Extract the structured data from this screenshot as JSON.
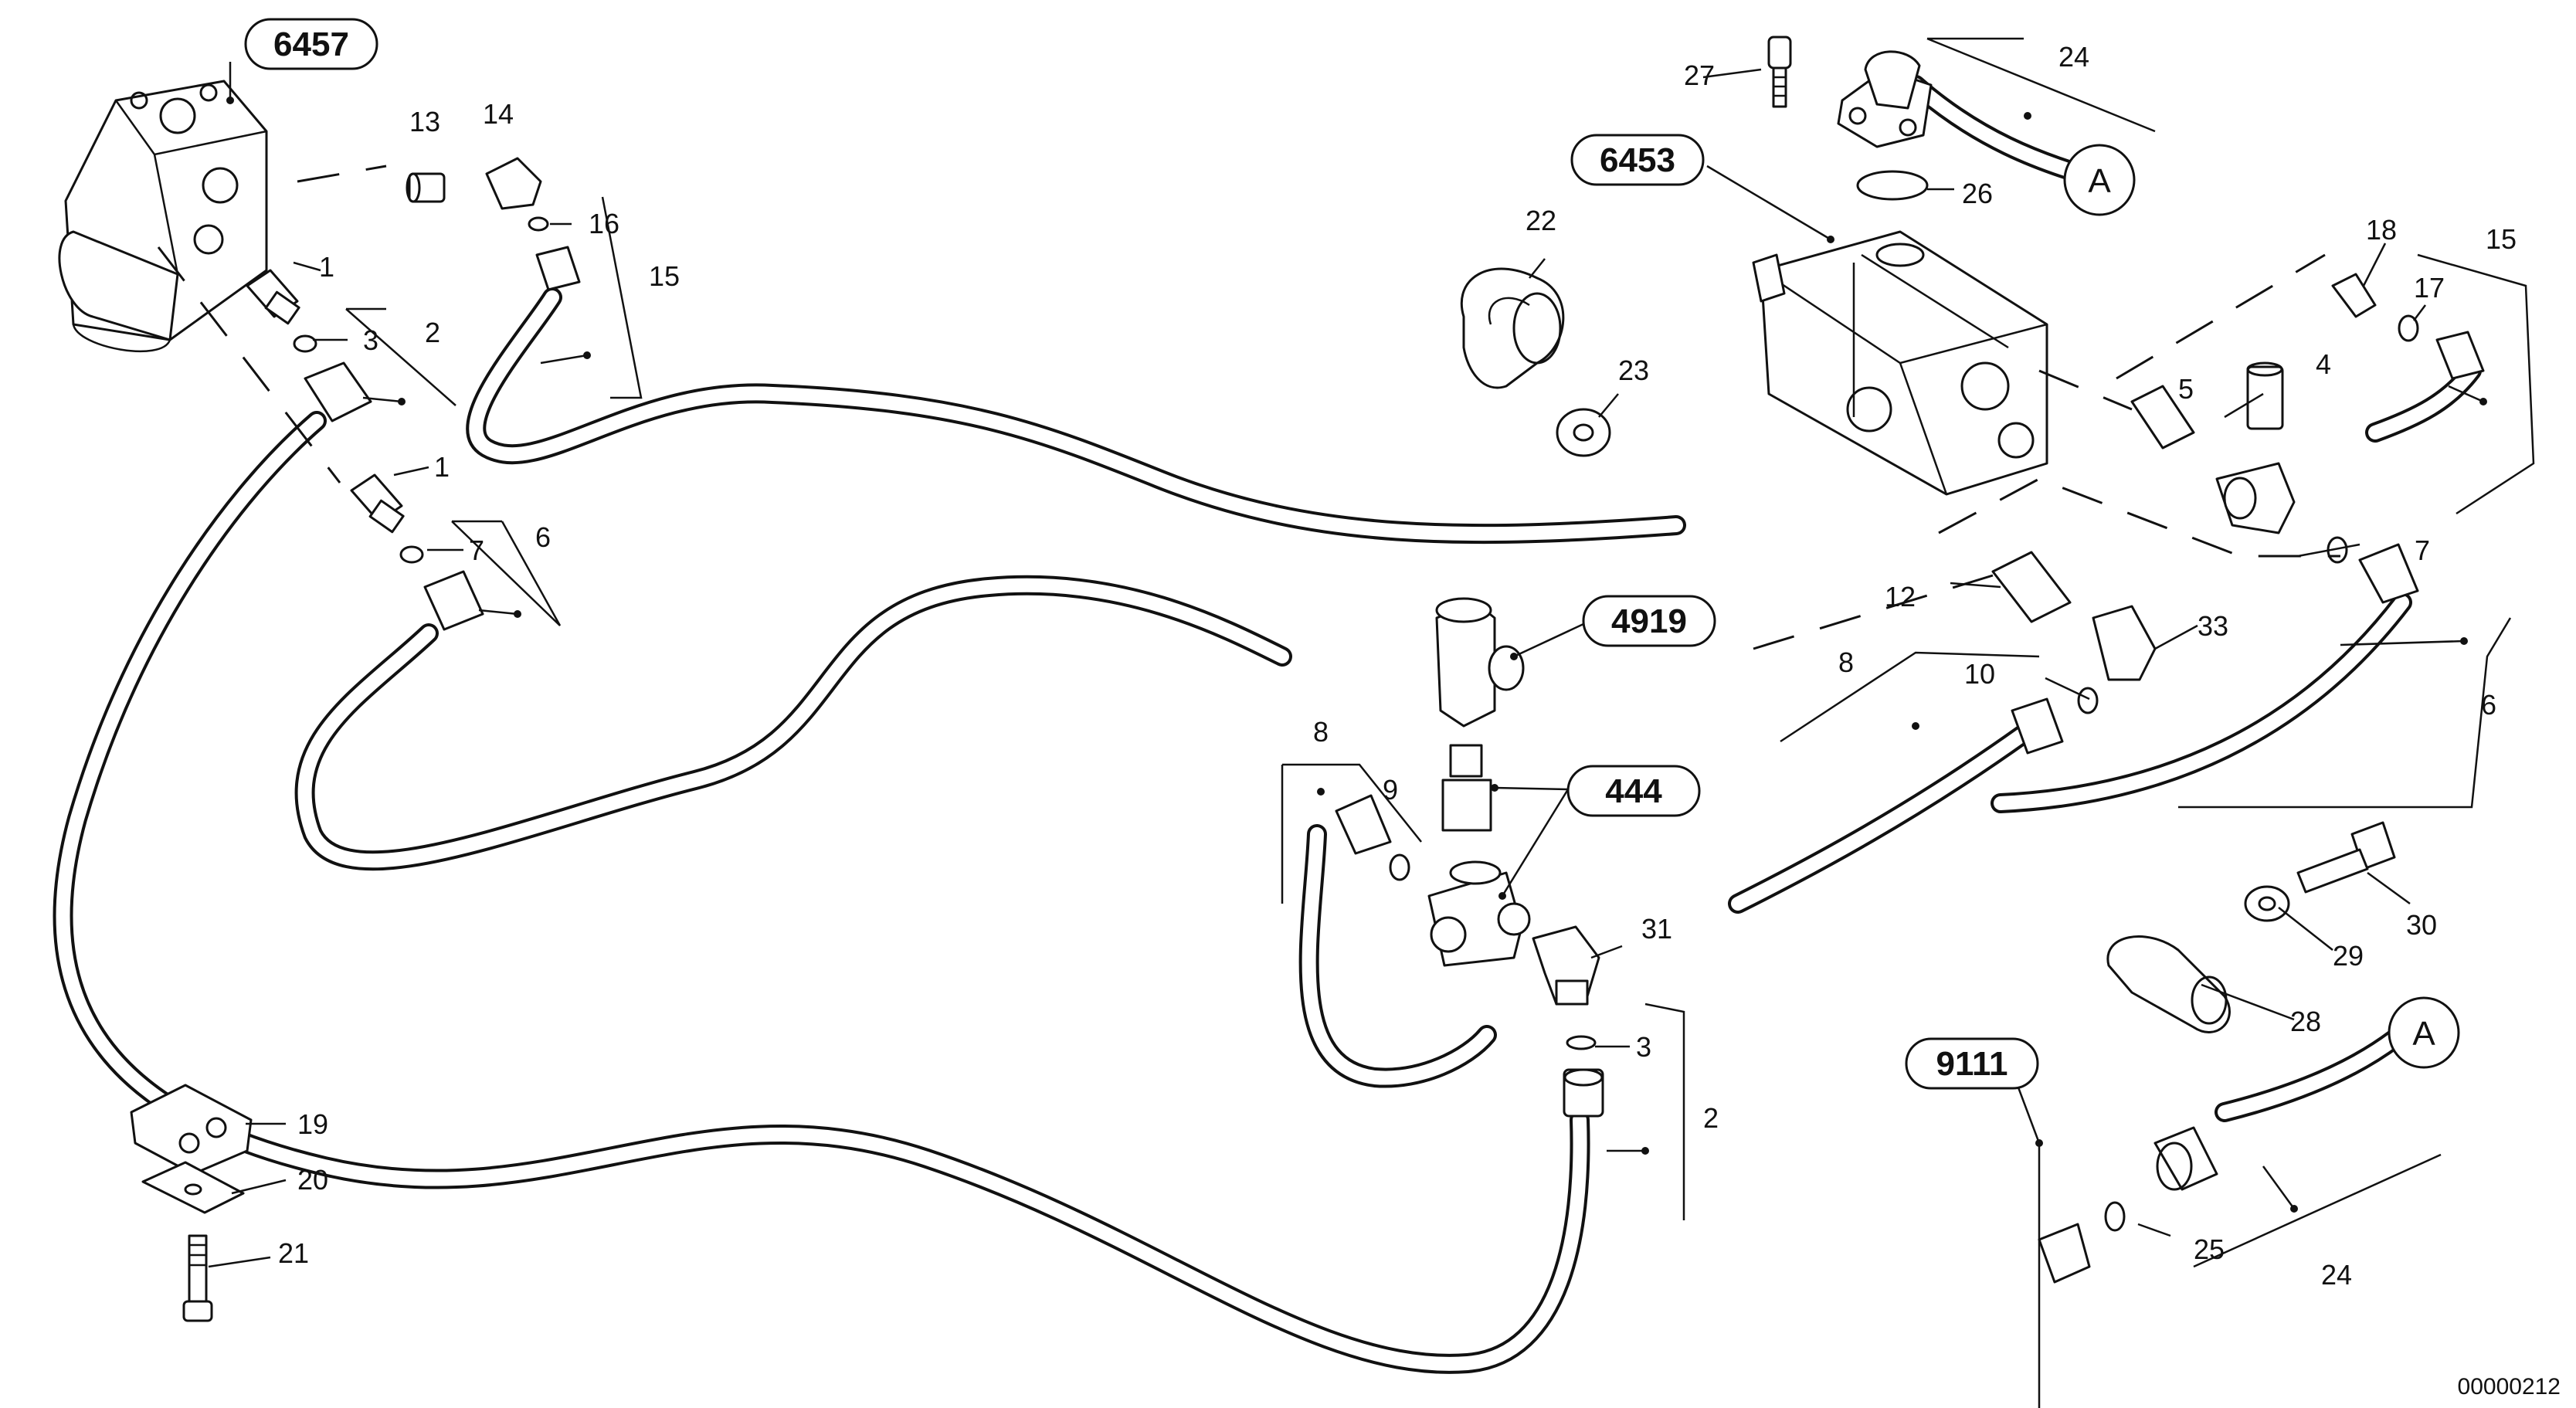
{
  "assemblies": [
    "6457",
    "6453",
    "4919",
    "444",
    "9111"
  ],
  "callout": "A",
  "items": {
    "n1": "1",
    "n2": "2",
    "n3": "3",
    "n4": "4",
    "n5": "5",
    "n6": "6",
    "n7": "7",
    "n8": "8",
    "n9": "9",
    "n10": "10",
    "n12": "12",
    "n13": "13",
    "n14": "14",
    "n15": "15",
    "n16": "16",
    "n17": "17",
    "n18": "18",
    "n19": "19",
    "n20": "20",
    "n21": "21",
    "n22": "22",
    "n23": "23",
    "n24": "24",
    "n25": "25",
    "n26": "26",
    "n27": "27",
    "n28": "28",
    "n29": "29",
    "n30": "30",
    "n31": "31",
    "n33": "33"
  },
  "drawing_number": "00000212"
}
